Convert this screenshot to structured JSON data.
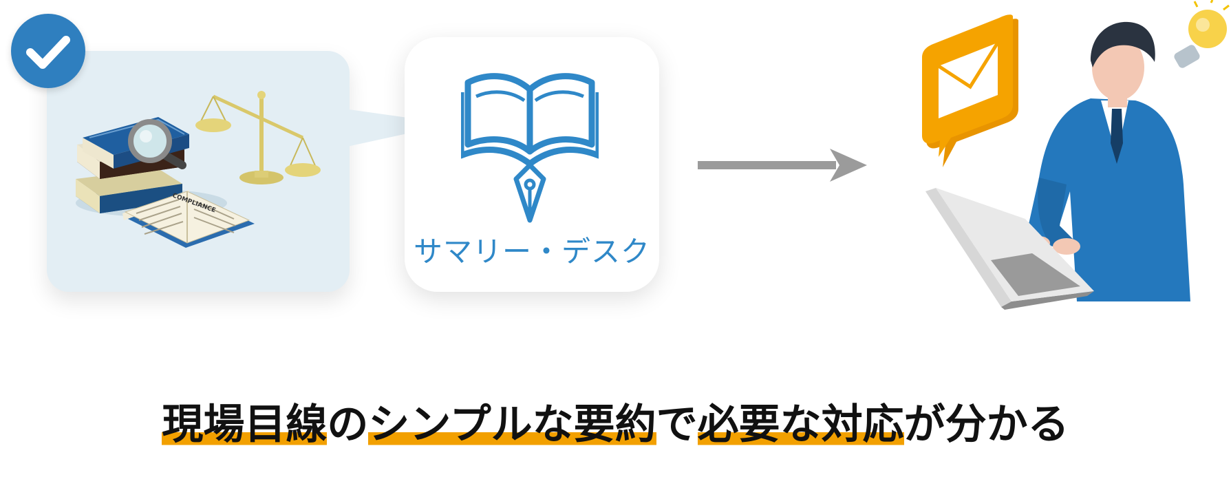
{
  "app": {
    "name": "サマリー・デスク"
  },
  "illustration": {
    "book_cover_text": "COMPLIANCE"
  },
  "headline": {
    "parts": [
      {
        "text": "現場目線",
        "highlight": true
      },
      {
        "text": "の",
        "highlight": false
      },
      {
        "text": "シンプルな要約",
        "highlight": true
      },
      {
        "text": "で",
        "highlight": false
      },
      {
        "text": "必要な対応",
        "highlight": true
      },
      {
        "text": "が分かる",
        "highlight": false
      }
    ]
  },
  "colors": {
    "brand_blue": "#2f88c8",
    "highlight_orange": "#f2a000",
    "panel_bg": "#e3eef4",
    "arrow_gray": "#9b9b9b",
    "suit_blue": "#2478bd"
  },
  "icons": [
    "check-icon",
    "law-books-icon",
    "scale-icon",
    "magnifier-icon",
    "open-book-pen-icon",
    "arrow-right-icon",
    "mail-bubble-icon",
    "lightbulb-icon",
    "laptop-icon",
    "businessman-icon"
  ]
}
